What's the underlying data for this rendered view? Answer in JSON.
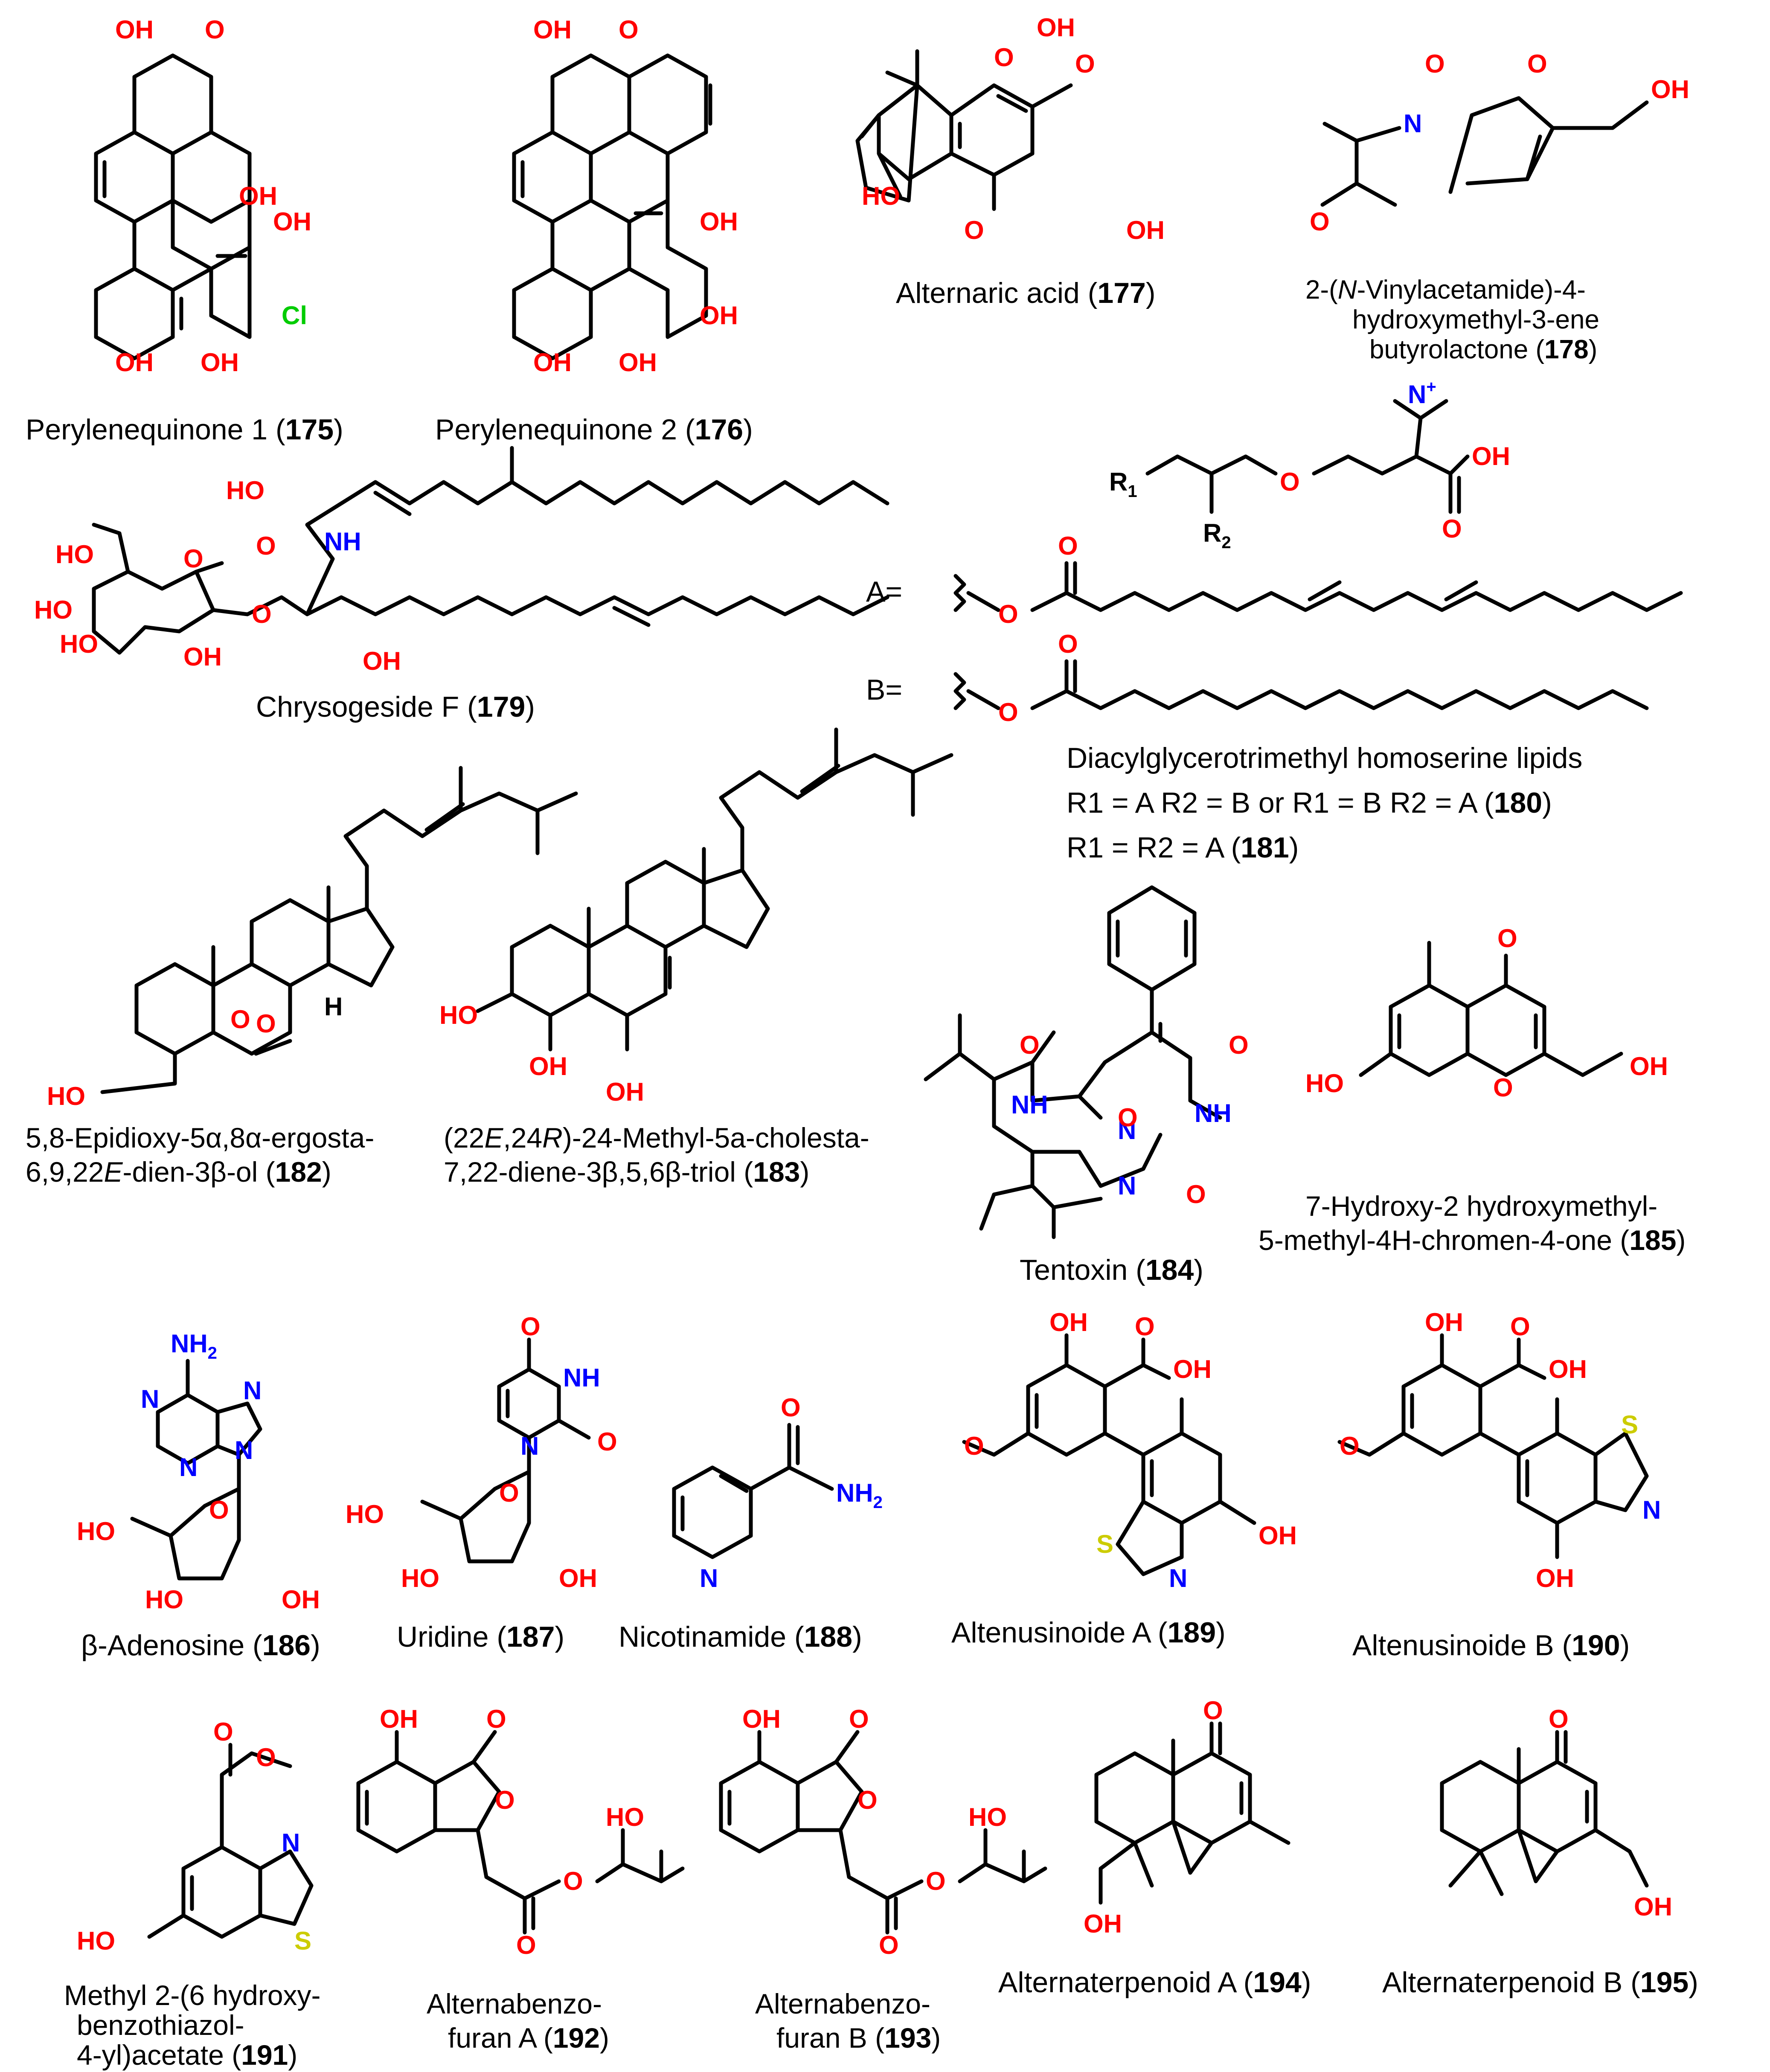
{
  "colors": {
    "oxygen": "#ff0000",
    "nitrogen": "#0000ff",
    "chlorine": "#00cc00",
    "sulfur": "#cccc00",
    "carbon_bond": "#000000"
  },
  "compounds": [
    {
      "pre": "Perylenequinone 1 (",
      "num": "175",
      "post": ")"
    },
    {
      "pre": "Perylenequinone 2 (",
      "num": "176",
      "post": ")"
    },
    {
      "pre": "Alternaric acid (",
      "num": "177",
      "post": ")"
    },
    {
      "line1": "2-(",
      "italic": "N",
      "line1b": "-Vinylacetamide)-4-",
      "line2": "hydroxymethyl-3-ene",
      "line3pre": "butyrolactone (",
      "num": "178",
      "post": ")"
    },
    {
      "pre": "Chrysogeside F (",
      "num": "179",
      "post": ")"
    },
    {
      "title": "Diacylglycerotrimethyl homoserine lipids",
      "line_a_pre": "R1 = A R2 = B or R1 = B R2 = A (",
      "num_a": "180",
      "post_a": ")",
      "line_b_pre": "R1 = R2 = A (",
      "num_b": "181",
      "post_b": ")",
      "r1": "R",
      "r1_sub": "1",
      "r2": "R",
      "r2_sub": "2",
      "a_label": "A=",
      "b_label": "B="
    },
    {
      "line1": "5,8-Epidioxy-5α,8α-ergosta-",
      "line2a": "6,9,22",
      "italic": "E",
      "line2b": "-dien-3β-ol (",
      "num": "182",
      "post": ")"
    },
    {
      "line1a": "(22",
      "italic1": "E",
      "line1b": ",24",
      "italic2": "R",
      "line1c": ")-24-Methyl-5a-cholesta-",
      "line2": "7,22-diene-3β,5,6β-triol (",
      "num": "183",
      "post": ")"
    },
    {
      "pre": "Tentoxin (",
      "num": "184",
      "post": ")"
    },
    {
      "line1": "7-Hydroxy-2 hydroxymethyl-",
      "line2pre": "5-methyl-4H-chromen-4-one (",
      "num": "185",
      "post": ")"
    },
    {
      "pre": "β-Adenosine (",
      "num": "186",
      "post": ")"
    },
    {
      "pre": "Uridine (",
      "num": "187",
      "post": ")"
    },
    {
      "pre": "Nicotinamide (",
      "num": "188",
      "post": ")"
    },
    {
      "pre": "Altenusinoide A (",
      "num": "189",
      "post": ")"
    },
    {
      "pre": "Altenusinoide B (",
      "num": "190",
      "post": ")"
    },
    {
      "line1": "Methyl 2-(6 hydroxy-",
      "line2": "benzothiazol-",
      "line3pre": "4-yl)acetate (",
      "num": "191",
      "post": ")"
    },
    {
      "line1": "Alternabenzo-",
      "line2pre": "furan A (",
      "num": "192",
      "post": ")"
    },
    {
      "line1": "Alternabenzo-",
      "line2pre": "furan B (",
      "num": "193",
      "post": ")"
    },
    {
      "pre": "Alternaterpenoid A (",
      "num": "194",
      "post": ")"
    },
    {
      "pre": "Alternaterpenoid B (",
      "num": "195",
      "post": ")"
    }
  ],
  "atoms": {
    "oh": "OH",
    "ho": "HO",
    "o": "O",
    "n": "N",
    "nh": "NH",
    "h": "H",
    "cl": "Cl",
    "s": "S",
    "nh2": "NH",
    "nh2_sub": "2",
    "plus": "+"
  }
}
